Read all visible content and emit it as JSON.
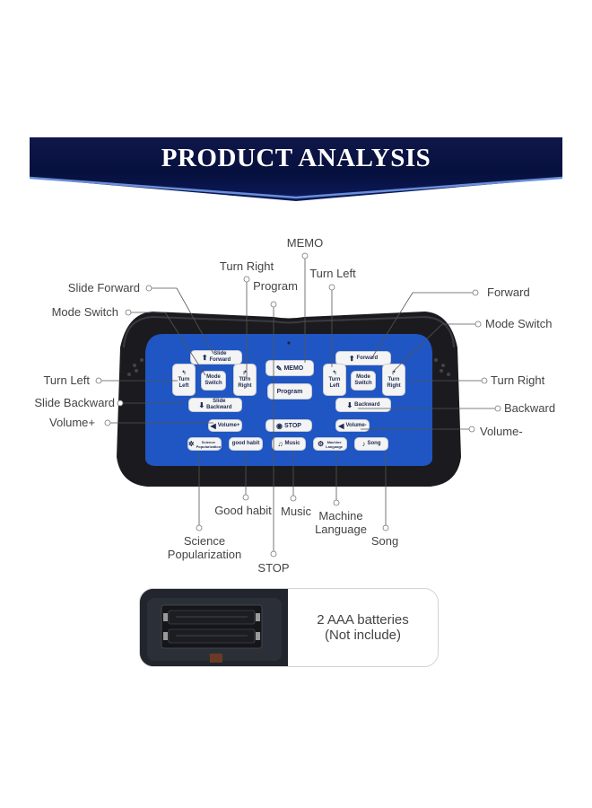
{
  "banner": {
    "title": "PRODUCT ANALYSIS"
  },
  "callouts": {
    "memo": "MEMO",
    "turn_right_top": "Turn Right",
    "turn_left_top": "Turn Left",
    "program": "Program",
    "slide_forward": "Slide Forward",
    "mode_switch_left": "Mode Switch",
    "turn_left_left": "Turn Left",
    "slide_backward": "Slide Backward",
    "volume_plus": "Volume+",
    "forward": "Forward",
    "mode_switch_right": "Mode Switch",
    "turn_right_right": "Turn Right",
    "backward": "Backward",
    "volume_minus": "Volume-",
    "good_habit": "Good habit",
    "music": "Music",
    "machine_language": [
      "Machine",
      "Language"
    ],
    "science_popularization": [
      "Science",
      "Popularization"
    ],
    "song": "Song",
    "stop": "STOP"
  },
  "remote_buttons": {
    "slide_forward": [
      "Slide",
      "Forward"
    ],
    "turn_left": [
      "Turn",
      "Left"
    ],
    "mode_switch": [
      "Mode",
      "Switch"
    ],
    "turn_right": [
      "Turn",
      "Right"
    ],
    "slide_backward": [
      "Slide",
      "Backward"
    ],
    "memo": "MEMO",
    "program": "Program",
    "forward": "Forward",
    "backward": "Backward",
    "volume_plus": "Volume+",
    "stop": "STOP",
    "volume_minus": "Volume-",
    "science": [
      "Science",
      "Popularization"
    ],
    "good_habit": "good habit",
    "music": "Music",
    "machine": [
      "Machine",
      "Language"
    ],
    "song": "Song"
  },
  "battery": {
    "line1": "2 AAA batteries",
    "line2": "(Not include)"
  },
  "colors": {
    "banner": "#0b1445",
    "panel": "#1f56c4",
    "frame": "#1b1b1f",
    "leader": "#555555"
  }
}
